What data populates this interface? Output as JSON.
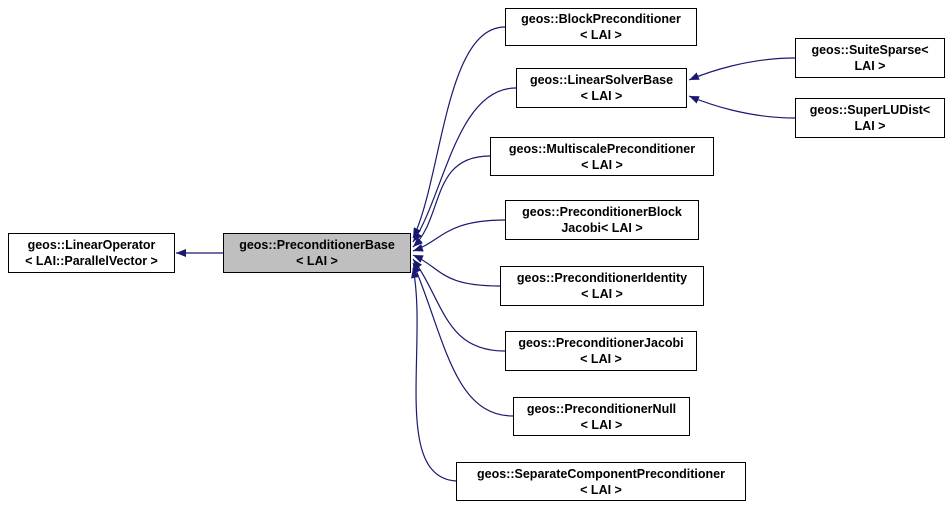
{
  "colors": {
    "background": "#ffffff",
    "arrow": "#191970",
    "node_border": "#000000",
    "node_fill": "#ffffff",
    "highlight_fill": "#bfbfbf",
    "text": "#000000"
  },
  "nodes": {
    "linear_operator": {
      "line1": "geos::LinearOperator",
      "line2": "< LAI::ParallelVector >"
    },
    "preconditioner_base": {
      "line1": "geos::PreconditionerBase",
      "line2": "< LAI >"
    },
    "block_preconditioner": {
      "line1": "geos::BlockPreconditioner",
      "line2": "< LAI >"
    },
    "linear_solver_base": {
      "line1": "geos::LinearSolverBase",
      "line2": "< LAI >"
    },
    "suite_sparse": {
      "line1": "geos::SuiteSparse<",
      "line2": "LAI >"
    },
    "superlu_dist": {
      "line1": "geos::SuperLUDist<",
      "line2": "LAI >"
    },
    "multiscale_preconditioner": {
      "line1": "geos::MultiscalePreconditioner",
      "line2": "< LAI >"
    },
    "preconditioner_block_jacobi": {
      "line1": "geos::PreconditionerBlock",
      "line2": "Jacobi< LAI >"
    },
    "preconditioner_identity": {
      "line1": "geos::PreconditionerIdentity",
      "line2": "< LAI >"
    },
    "preconditioner_jacobi": {
      "line1": "geos::PreconditionerJacobi",
      "line2": "< LAI >"
    },
    "preconditioner_null": {
      "line1": "geos::PreconditionerNull",
      "line2": "< LAI >"
    },
    "separate_component_preconditioner": {
      "line1": "geos::SeparateComponentPreconditioner",
      "line2": "< LAI >"
    }
  }
}
